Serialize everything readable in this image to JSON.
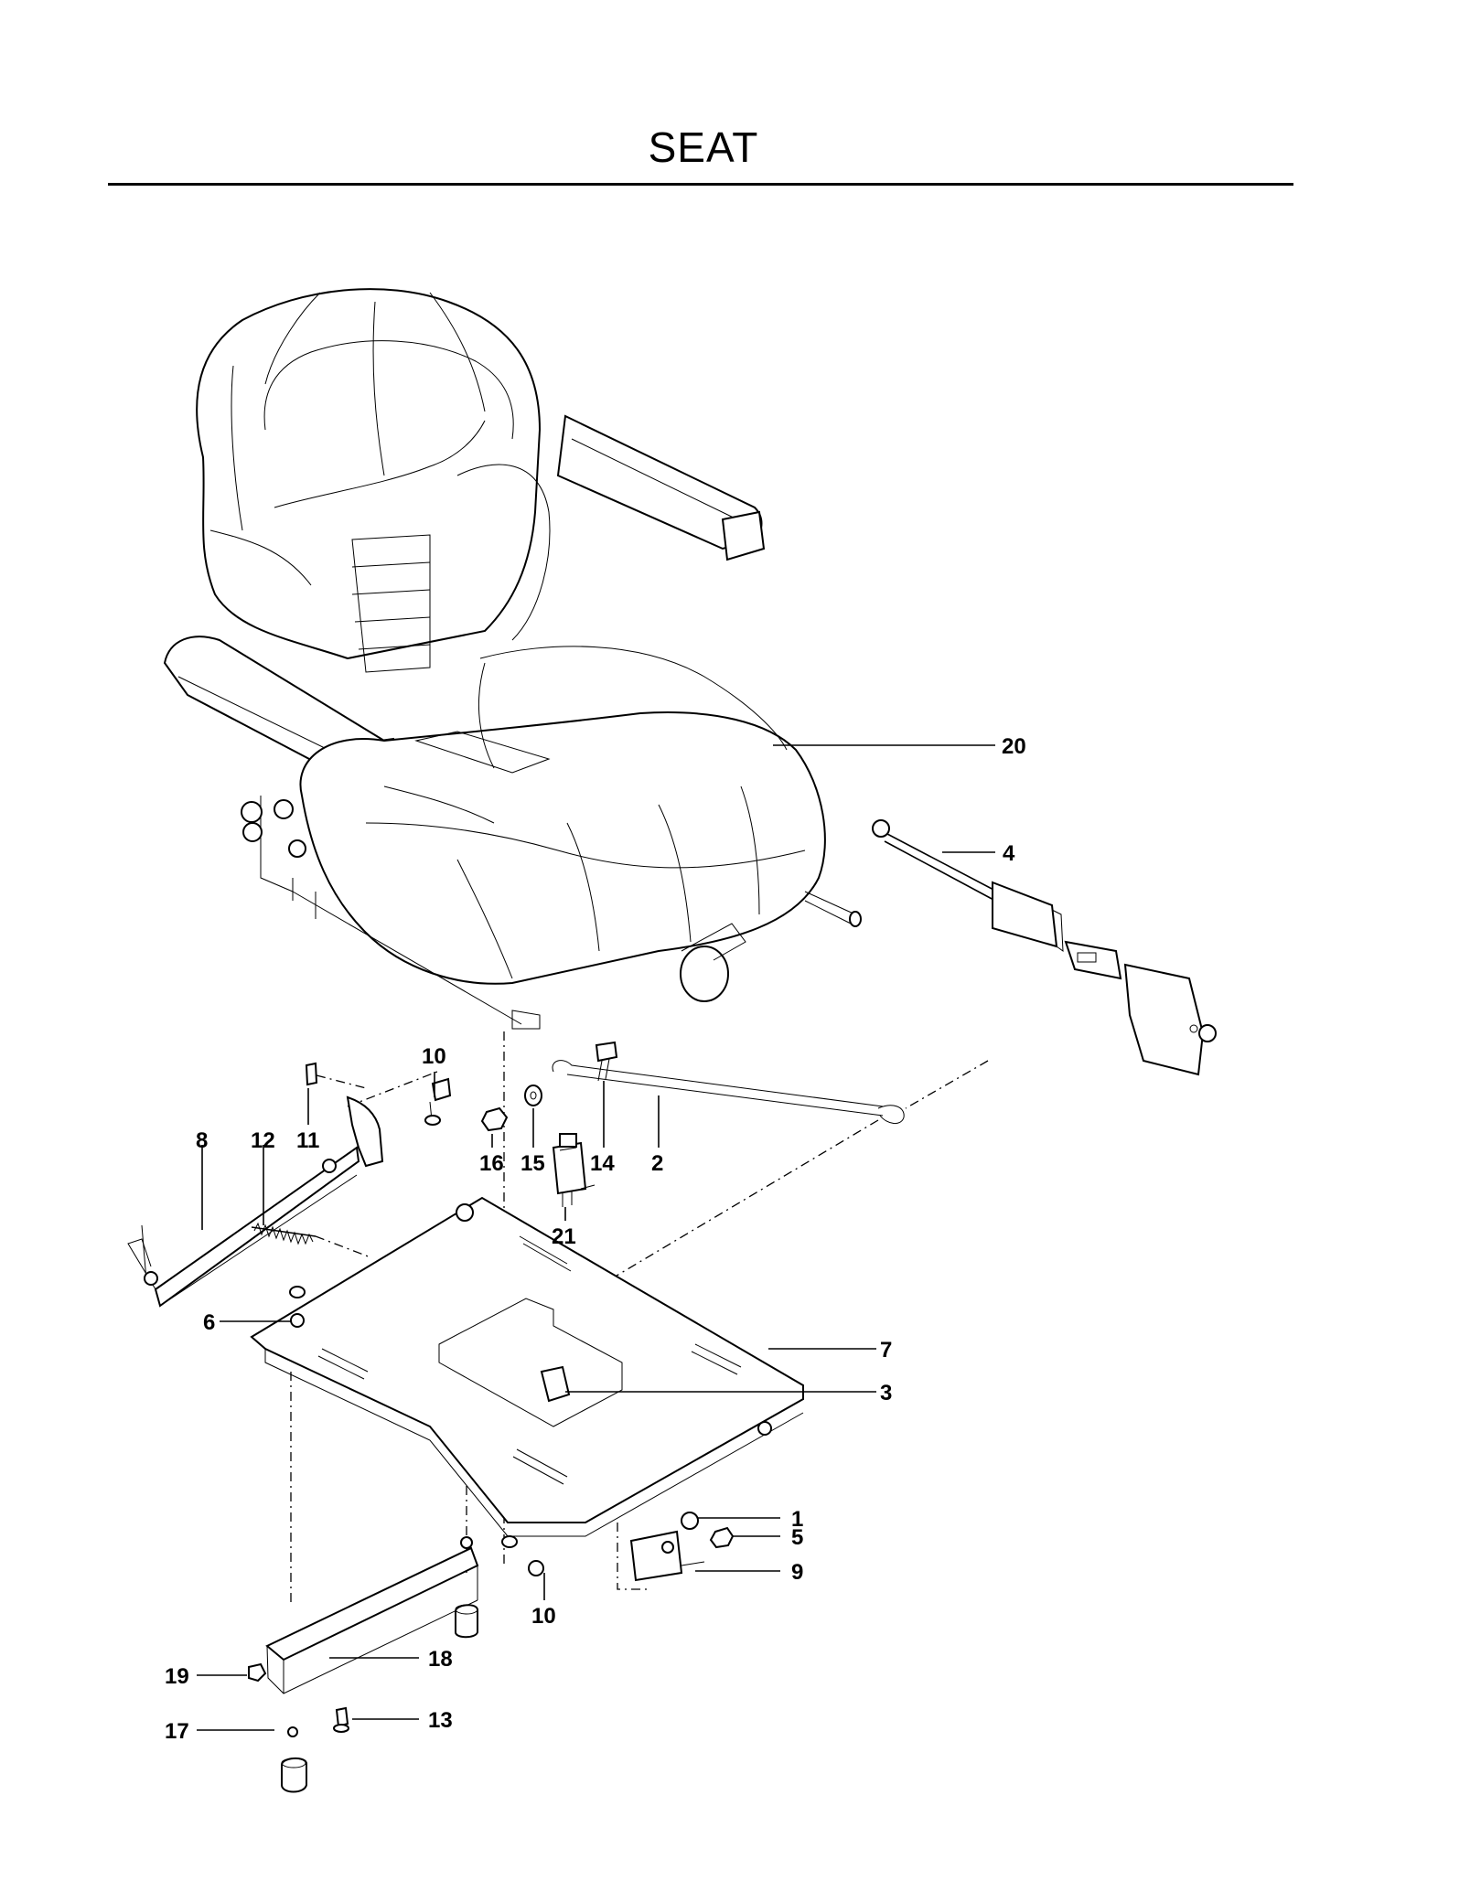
{
  "title": "SEAT",
  "callouts": [
    "20",
    "4",
    "10",
    "8",
    "12",
    "11",
    "16",
    "15",
    "14",
    "2",
    "21",
    "6",
    "7",
    "3",
    "1",
    "5",
    "9",
    "10",
    "19",
    "18",
    "17",
    "13"
  ]
}
